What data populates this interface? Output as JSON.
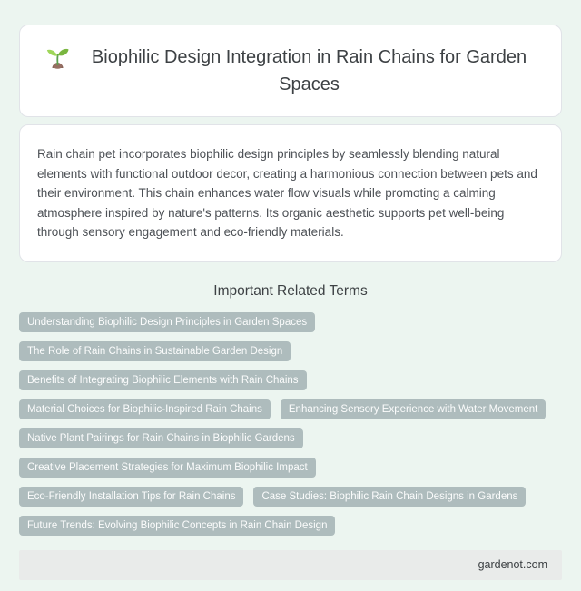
{
  "header": {
    "icon": "seedling",
    "title": "Biophilic Design Integration in Rain Chains for Garden Spaces"
  },
  "summary": {
    "text": "Rain chain pet incorporates biophilic design principles by seamlessly blending natural elements with functional outdoor decor, creating a harmonious connection between pets and their environment. This chain enhances water flow visuals while promoting a calming atmosphere inspired by nature's patterns. Its organic aesthetic supports pet well-being through sensory engagement and eco-friendly materials."
  },
  "related_terms": {
    "heading": "Important Related Terms",
    "terms": [
      "Understanding Biophilic Design Principles in Garden Spaces",
      "The Role of Rain Chains in Sustainable Garden Design",
      "Benefits of Integrating Biophilic Elements with Rain Chains",
      "Material Choices for Biophilic-Inspired Rain Chains",
      "Enhancing Sensory Experience with Water Movement",
      "Native Plant Pairings for Rain Chains in Biophilic Gardens",
      "Creative Placement Strategies for Maximum Biophilic Impact",
      "Eco-Friendly Installation Tips for Rain Chains",
      "Case Studies: Biophilic Rain Chain Designs in Gardens",
      "Future Trends: Evolving Biophilic Concepts in Rain Chain Design"
    ]
  },
  "footer": {
    "site": "gardenot.com"
  },
  "colors": {
    "page_background": "#ecf5f0",
    "card_background": "#ffffff",
    "card_border": "#e1e3e8",
    "heading_text": "#3d4144",
    "body_text": "#4d5156",
    "tag_background": "#aebcbd",
    "tag_text": "#fbfcfc",
    "footer_background": "#e9ebea"
  }
}
